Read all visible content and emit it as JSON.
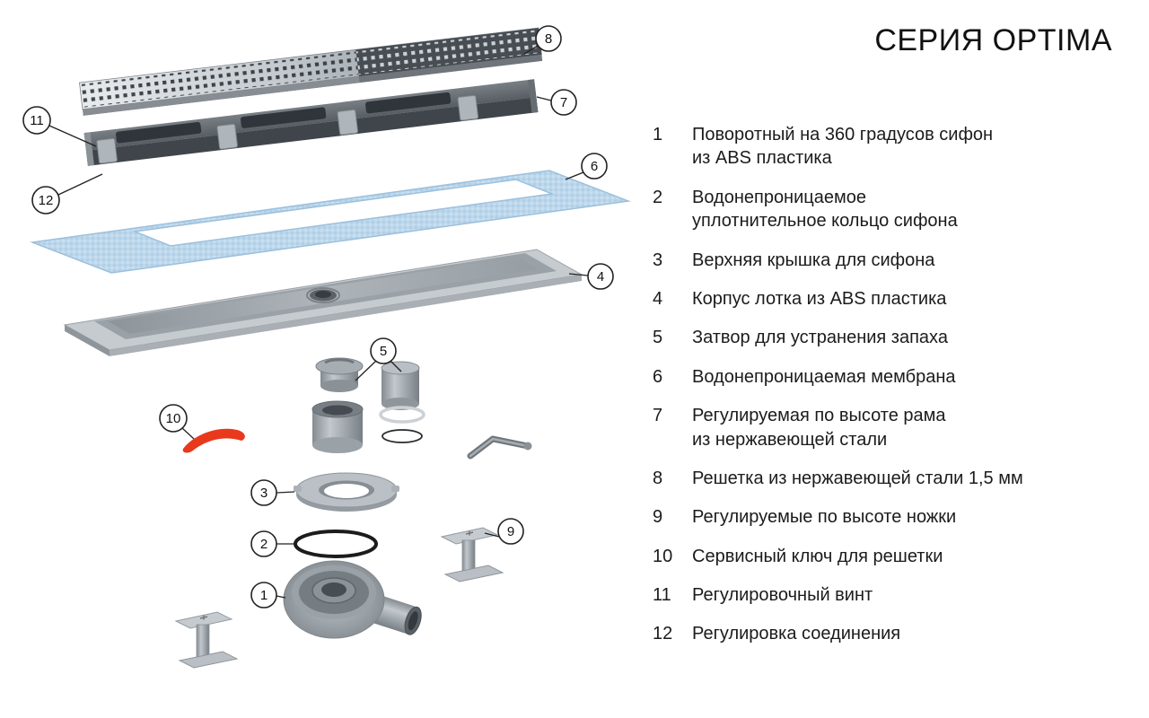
{
  "title": "СЕРИЯ OPTIMA",
  "parts_list": [
    {
      "number": "1",
      "text": "Поворотный на 360 градусов сифон\nиз ABS пластика"
    },
    {
      "number": "2",
      "text": "Водонепроницаемое\nуплотнительное кольцо сифона"
    },
    {
      "number": "3",
      "text": "Верхняя крышка для сифона"
    },
    {
      "number": "4",
      "text": "Корпус лотка из ABS пластика"
    },
    {
      "number": "5",
      "text": "Затвор для устранения запаха"
    },
    {
      "number": "6",
      "text": "Водонепроницаемая мембрана"
    },
    {
      "number": "7",
      "text": "Регулируемая по высоте рама\nиз нержавеющей стали"
    },
    {
      "number": "8",
      "text": "Решетка из нержавеющей стали 1,5 мм"
    },
    {
      "number": "9",
      "text": "Регулируемые по высоте ножки"
    },
    {
      "number": "10",
      "text": "Сервисный ключ для решетки"
    },
    {
      "number": "11",
      "text": "Регулировочный винт"
    },
    {
      "number": "12",
      "text": "Регулировка соединения"
    }
  ],
  "callouts": {
    "siphon": "1",
    "o_ring": "2",
    "cover": "3",
    "tray": "4",
    "odor_trap": "5",
    "membrane": "6",
    "frame": "7",
    "grate": "8",
    "feet": "9",
    "service_key": "10",
    "adjusting_screw": "11",
    "connection_adjustment": "12"
  },
  "colors": {
    "accent_red": "#e8391c",
    "membrane_blue": "#bcd7ec",
    "steel_gray": "#aab1b7",
    "text": "#1b1b1b"
  }
}
